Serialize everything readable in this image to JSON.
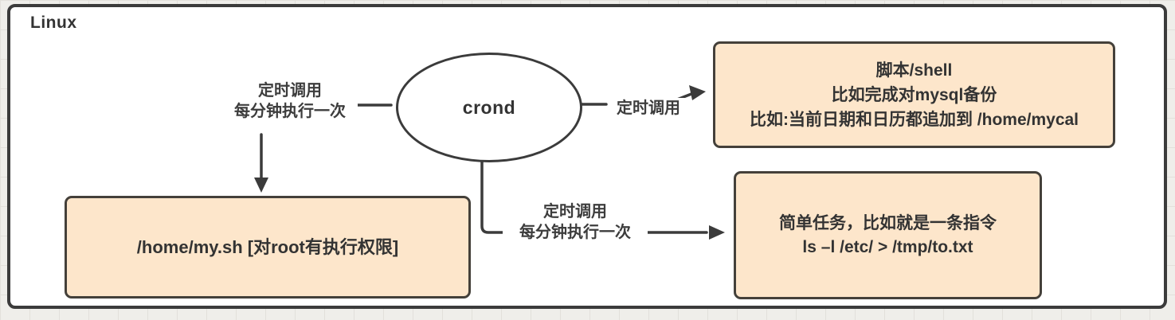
{
  "container": {
    "label": "Linux"
  },
  "nodes": {
    "crond": {
      "label": "crond"
    },
    "script": {
      "line1": "脚本/shell",
      "line2": "比如完成对mysql备份",
      "line3": "比如:当前日期和日历都追加到 /home/mycal"
    },
    "file": {
      "label": "/home/my.sh [对root有执行权限]"
    },
    "task": {
      "line1": "简单任务，比如就是一条指令",
      "line2": "ls –l  /etc/ > /tmp/to.txt"
    }
  },
  "edges": {
    "left": {
      "line1": "定时调用",
      "line2": "每分钟执行一次"
    },
    "right": {
      "label": "定时调用"
    },
    "bottom": {
      "line1": "定时调用",
      "line2": "每分钟执行一次"
    }
  },
  "colors": {
    "box_fill": "#fde6cb",
    "box_border": "#44403a",
    "line": "#3b3b3b",
    "canvas": "#ffffff",
    "outer_background": "#efeeea"
  }
}
